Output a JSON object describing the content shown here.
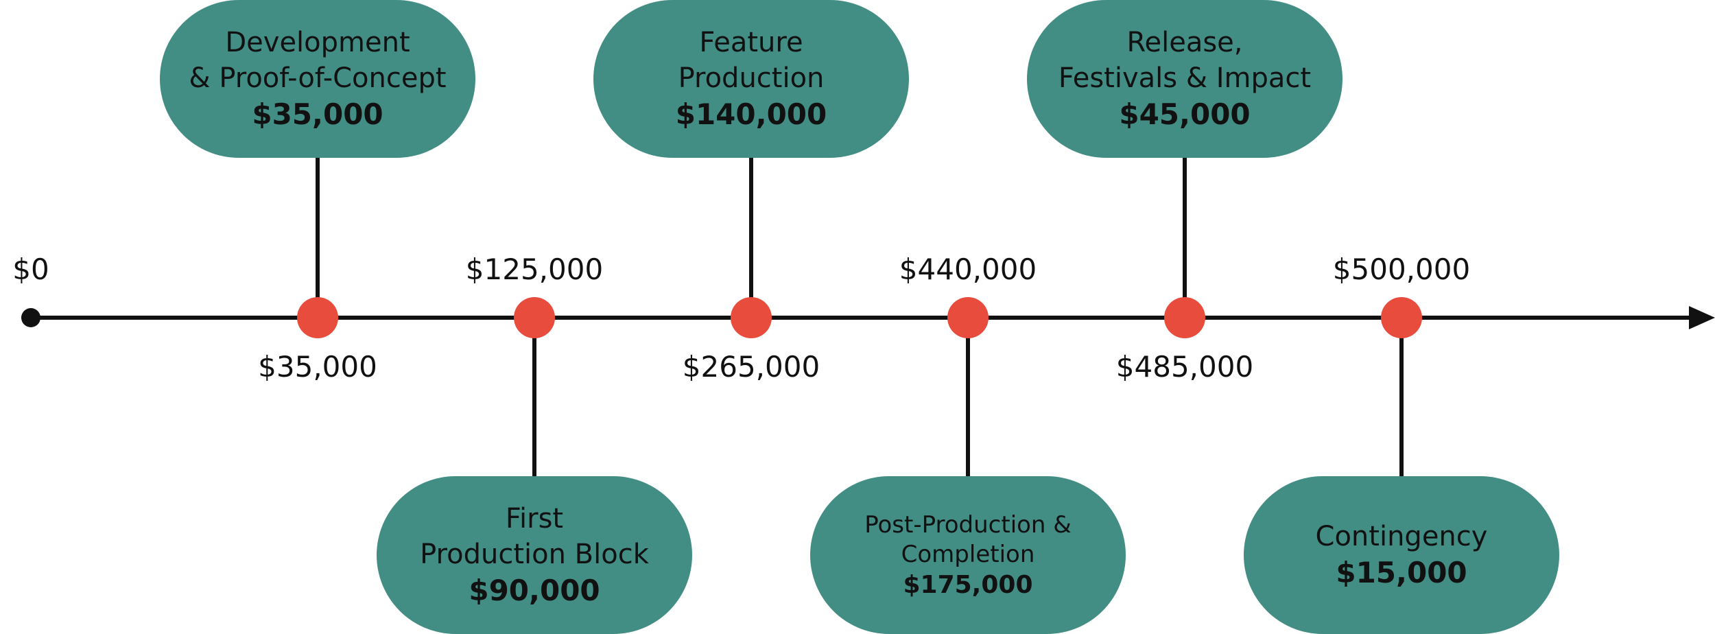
{
  "colors": {
    "pill": "#438e84",
    "dot": "#e84c3d",
    "line": "#111111"
  },
  "start_label": "$0",
  "stages": [
    {
      "lines": [
        "Development",
        "& Proof-of-Concept"
      ],
      "amount": "$35,000",
      "cumulative": "$35,000",
      "side": "top"
    },
    {
      "lines": [
        "First",
        "Production Block"
      ],
      "amount": "$90,000",
      "cumulative": "$125,000",
      "side": "bottom"
    },
    {
      "lines": [
        "Feature",
        "Production"
      ],
      "amount": "$140,000",
      "cumulative": "$265,000",
      "side": "top"
    },
    {
      "lines": [
        "Post-Production &",
        "Completion"
      ],
      "amount": "$175,000",
      "cumulative": "$440,000",
      "side": "bottom",
      "small": true
    },
    {
      "lines": [
        "Release,",
        "Festivals & Impact"
      ],
      "amount": "$45,000",
      "cumulative": "$485,000",
      "side": "top"
    },
    {
      "lines": [
        "Contingency"
      ],
      "amount": "$15,000",
      "cumulative": "$500,000",
      "side": "bottom"
    }
  ]
}
